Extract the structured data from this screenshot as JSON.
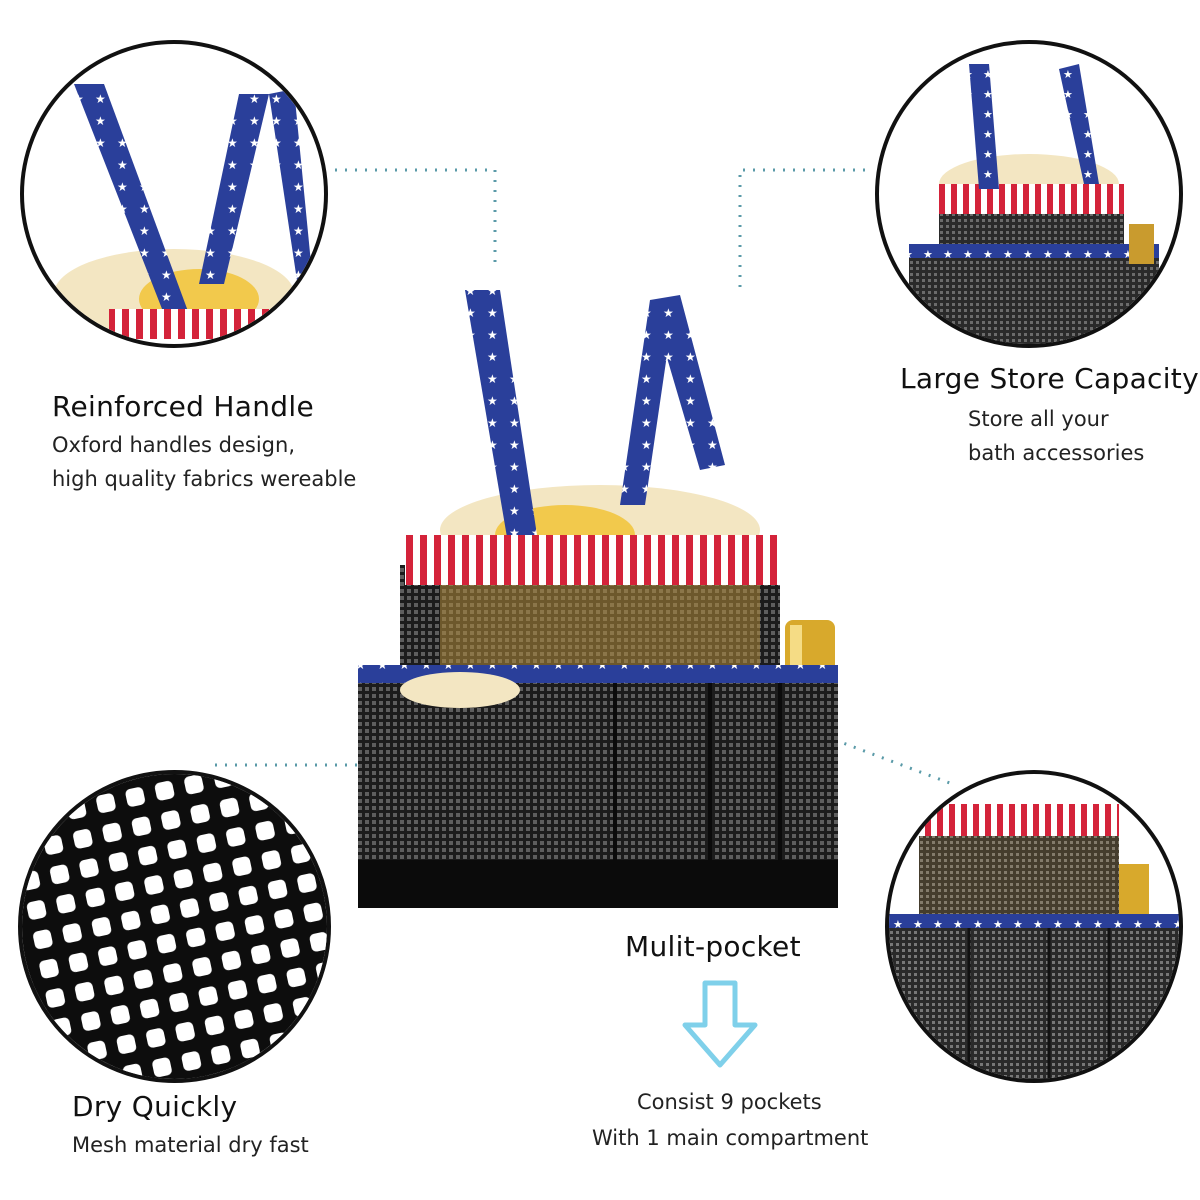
{
  "features": {
    "handle": {
      "title": "Reinforced Handle",
      "desc_line1": "Oxford handles design,",
      "desc_line2": "high quality fabrics wereable"
    },
    "capacity": {
      "title": "Large Store Capacity",
      "desc_line1": "Store all your",
      "desc_line2": "bath accessories"
    },
    "dry": {
      "title": "Dry Quickly",
      "desc_line1": "Mesh material dry fast"
    },
    "pocket": {
      "title": "Mulit-pocket",
      "desc_line1": "Consist 9 pockets",
      "desc_line2": "With 1 main compartment"
    }
  },
  "colors": {
    "strap_blue": "#2a3f9a",
    "stripe_red": "#d4233a",
    "mesh_black": "#1c1c1c",
    "arrow_blue": "#7fd0ea",
    "dotted_line": "#5a9aa8"
  },
  "icons": [
    "down-arrow-icon"
  ]
}
